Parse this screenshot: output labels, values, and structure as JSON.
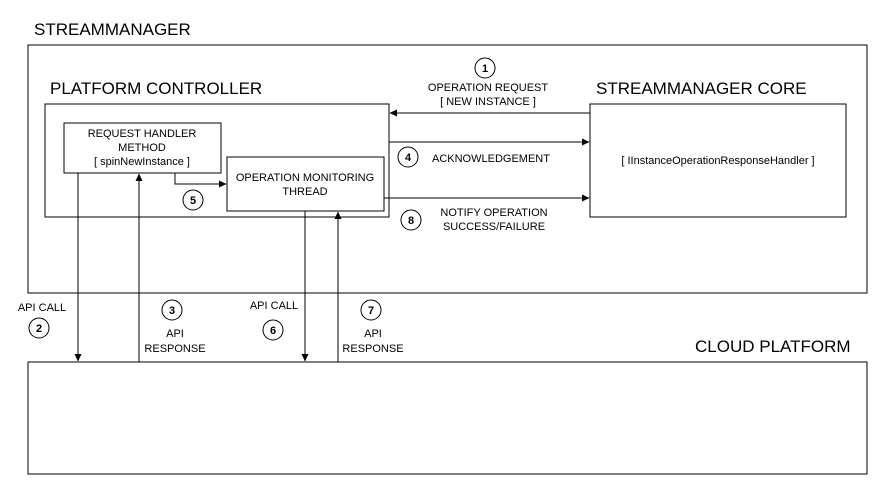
{
  "containers": {
    "streammanager": "STREAMMANAGER",
    "platform_controller": "PLATFORM CONTROLLER",
    "streammanager_core": "STREAMMANAGER CORE",
    "cloud_platform": "CLOUD PLATFORM"
  },
  "boxes": {
    "request_handler": [
      "REQUEST HANDLER",
      "METHOD",
      "[ spinNewInstance ]"
    ],
    "monitoring_thread": [
      "OPERATION MONITORING",
      "THREAD"
    ],
    "core_handler": "[ IInstanceOperationResponseHandler ]"
  },
  "steps": [
    {
      "number": "1",
      "label": [
        "OPERATION REQUEST",
        "[ NEW INSTANCE ]"
      ]
    },
    {
      "number": "2",
      "label": [
        "API CALL"
      ]
    },
    {
      "number": "3",
      "label": [
        "API",
        "RESPONSE"
      ]
    },
    {
      "number": "4",
      "label": [
        "ACKNOWLEDGEMENT"
      ]
    },
    {
      "number": "5",
      "label": []
    },
    {
      "number": "6",
      "label": [
        "API CALL"
      ]
    },
    {
      "number": "7",
      "label": [
        "API",
        "RESPONSE"
      ]
    },
    {
      "number": "8",
      "label": [
        "NOTIFY OPERATION",
        "SUCCESS/FAILURE"
      ]
    }
  ]
}
